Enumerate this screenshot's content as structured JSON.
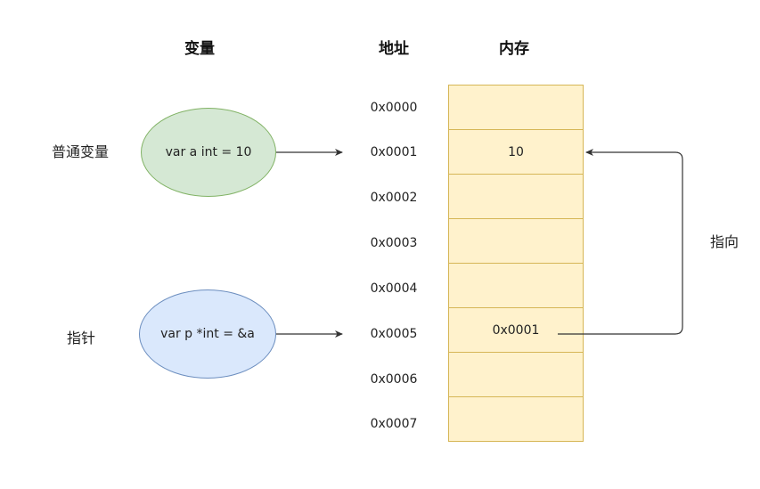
{
  "headers": {
    "variable": "变量",
    "address": "地址",
    "memory": "内存"
  },
  "labels": {
    "normal_variable": "普通变量",
    "pointer": "指针",
    "points_to": "指向"
  },
  "variables": {
    "a": "var a int = 10",
    "p": "var p *int = &a"
  },
  "addresses": [
    "0x0000",
    "0x0001",
    "0x0002",
    "0x0003",
    "0x0004",
    "0x0005",
    "0x0006",
    "0x0007"
  ],
  "memory_cells": [
    "",
    "10",
    "",
    "",
    "",
    "0x0001",
    "",
    ""
  ],
  "colors": {
    "var_a_fill": "#d5e8d4",
    "var_a_stroke": "#82b366",
    "var_p_fill": "#dae8fc",
    "var_p_stroke": "#6c8ebf",
    "memory_fill": "#fff2cc",
    "memory_stroke": "#d6b656"
  }
}
